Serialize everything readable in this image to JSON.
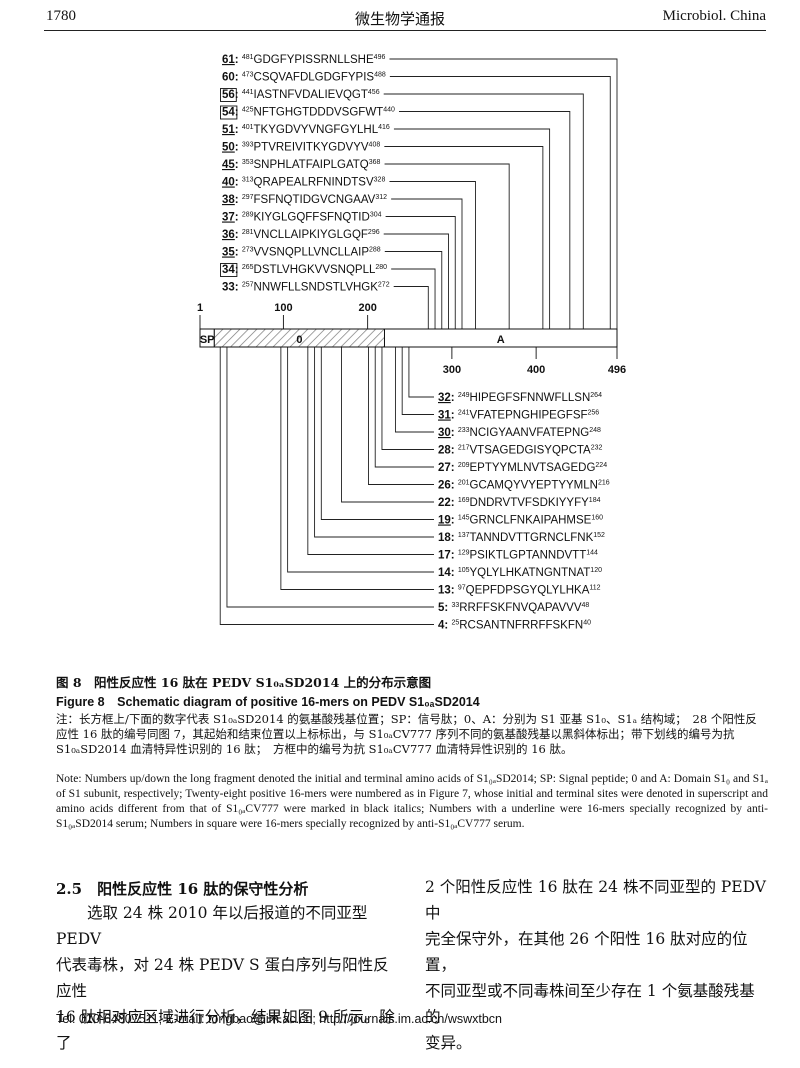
{
  "header": {
    "page_number": "1780",
    "journal_cn": "微生物学通报",
    "journal_en": "Microbiol. China"
  },
  "figure": {
    "ruler_ticks": [
      {
        "value": 1,
        "label": "1"
      },
      {
        "value": 100,
        "label": "100"
      },
      {
        "value": 200,
        "label": "200"
      }
    ],
    "bottom_ticks": [
      {
        "value": 300,
        "label": "300"
      },
      {
        "value": 400,
        "label": "400"
      },
      {
        "value": 496,
        "label": "496"
      }
    ],
    "domains": [
      {
        "label": "SP",
        "start": 1,
        "end": 18,
        "style": "plain"
      },
      {
        "label": "0",
        "start": 18,
        "end": 220,
        "style": "hatched"
      },
      {
        "label": "A",
        "start": 220,
        "end": 496,
        "style": "plain"
      }
    ],
    "top_peptides": [
      {
        "num": "61",
        "start": 481,
        "end": 496,
        "seq": "GDGFYPISSRNLLSHE",
        "underline": true,
        "boxed": false
      },
      {
        "num": "60",
        "start": 473,
        "end": 488,
        "seq": "CSQVAFDLGDGFYPIS",
        "underline": false,
        "boxed": false
      },
      {
        "num": "56",
        "start": 441,
        "end": 456,
        "seq": "IASTNFVDALIEVQGT",
        "underline": false,
        "boxed": true
      },
      {
        "num": "54",
        "start": 425,
        "end": 440,
        "seq": "NFTGHGTDDDVSGFWT",
        "underline": false,
        "boxed": true
      },
      {
        "num": "51",
        "start": 401,
        "end": 416,
        "seq": "TKYGDVYVNGFGYLHL",
        "underline": true,
        "boxed": false
      },
      {
        "num": "50",
        "start": 393,
        "end": 408,
        "seq": "PTVREIVITKYGDVYV",
        "underline": true,
        "boxed": false
      },
      {
        "num": "45",
        "start": 353,
        "end": 368,
        "seq": "SNPHLATFAIPLGATQ",
        "underline": true,
        "boxed": false
      },
      {
        "num": "40",
        "start": 313,
        "end": 328,
        "seq": "QRAPEALRFNINDTSV",
        "underline": true,
        "boxed": false
      },
      {
        "num": "38",
        "start": 297,
        "end": 312,
        "seq": "FSFNQTIDGVCNGAAV",
        "underline": true,
        "boxed": false
      },
      {
        "num": "37",
        "start": 289,
        "end": 304,
        "seq": "KIYGLGQFFSFNQTID",
        "underline": true,
        "boxed": false
      },
      {
        "num": "36",
        "start": 281,
        "end": 296,
        "seq": "VNCLLAIPKIYGLGQF",
        "underline": true,
        "boxed": false
      },
      {
        "num": "35",
        "start": 273,
        "end": 288,
        "seq": "VVSNQPLLVNCLLAIP",
        "underline": true,
        "boxed": false
      },
      {
        "num": "34",
        "start": 265,
        "end": 280,
        "seq": "DSTLVHGKVVSNQPLL",
        "underline": false,
        "boxed": true
      },
      {
        "num": "33",
        "start": 257,
        "end": 272,
        "seq": "NNWFLLSNDSTLVHGK",
        "underline": false,
        "boxed": false
      }
    ],
    "bottom_peptides": [
      {
        "num": "32",
        "start": 249,
        "end": 264,
        "seq": "HIPEGFSFNNWFLLSN",
        "underline": true,
        "boxed": false
      },
      {
        "num": "31",
        "start": 241,
        "end": 256,
        "seq": "VFATEPNGHIPEGFSF",
        "underline": true,
        "boxed": false
      },
      {
        "num": "30",
        "start": 233,
        "end": 248,
        "seq": "NCIGYAANVFATEPNG",
        "underline": true,
        "boxed": false
      },
      {
        "num": "28",
        "start": 217,
        "end": 232,
        "seq": "VTSAGEDGISYQPCTA",
        "underline": false,
        "boxed": false
      },
      {
        "num": "27",
        "start": 209,
        "end": 224,
        "seq": "EPTYYMLNVTSAGEDG",
        "underline": false,
        "boxed": false
      },
      {
        "num": "26",
        "start": 201,
        "end": 216,
        "seq": "GCAMQYVYEPTYYMLN",
        "underline": false,
        "boxed": false
      },
      {
        "num": "22",
        "start": 169,
        "end": 184,
        "seq": "DNDRVTVFSDKIYYFY",
        "underline": false,
        "boxed": false
      },
      {
        "num": "19",
        "start": 145,
        "end": 160,
        "seq": "GRNCLFNKAIPAHMSE",
        "underline": true,
        "boxed": false
      },
      {
        "num": "18",
        "start": 137,
        "end": 152,
        "seq": "TANNDVTTGRNCLFNK",
        "underline": false,
        "boxed": false
      },
      {
        "num": "17",
        "start": 129,
        "end": 144,
        "seq": "PSIKTLGPTANNDVTT",
        "underline": false,
        "boxed": false
      },
      {
        "num": "14",
        "start": 105,
        "end": 120,
        "seq": "YQLYLHKATNGNTNAT",
        "underline": false,
        "boxed": false
      },
      {
        "num": "13",
        "start": 97,
        "end": 112,
        "seq": "QEPFDPSGYQLYLHKA",
        "underline": false,
        "boxed": false
      },
      {
        "num": "5",
        "start": 33,
        "end": 48,
        "seq": "RRFFSKFNVQAPAVVV",
        "underline": false,
        "boxed": false
      },
      {
        "num": "4",
        "start": 25,
        "end": 40,
        "seq": "RCSANTNFRRFFSKFN",
        "underline": false,
        "boxed": false
      }
    ]
  },
  "caption": {
    "cn": "图 8　阳性反应性 16 肽在 PEDV S1₀ₐSD2014 上的分布示意图",
    "en": "Figure 8　Schematic diagram of positive 16-mers on PEDV S1₀ₐSD2014"
  },
  "note": {
    "cn": "注：长方框上/下面的数字代表 S1₀ₐSD2014 的氨基酸残基位置；SP：信号肽；0、A：分别为 S1 亚基 S1₀、S1ₐ 结构域；　28 个阳性反应性 16 肽的编号同图 7，其起始和结束位置以上标标出，与 S1₀ₐCV777 序列不同的氨基酸残基以黑斜体标出；带下划线的编号为抗 S1₀ₐSD2014 血清特异性识别的 16 肽；　方框中的编号为抗 S1₀ₐCV777 血清特异性识别的 16 肽。",
    "en": "Note: Numbers up/down the long fragment denoted the initial and terminal amino acids of S1₀ₐSD2014; SP: Signal peptide; 0 and A: Domain S1₀ and S1ₐ of S1 subunit, respectively; Twenty-eight positive 16-mers were numbered as in Figure 7, whose initial and terminal sites were denoted in superscript and amino acids different from that of S1₀ₐCV777 were marked in black italics; Numbers with a underline were 16-mers specially recognized by anti-S1₀ₐSD2014 serum; Numbers in square were 16-mers specially recognized by anti-S1₀ₐCV777 serum."
  },
  "section": {
    "heading": "2.5　阳性反应性 16 肽的保守性分析",
    "col1": [
      "　　选取 24 株 2010 年以后报道的不同亚型 PEDV",
      "代表毒株，对 24 株 PEDV S 蛋白序列与阳性反应性",
      "16 肽相对应区域进行分析，结果如图 9 所示。除了"
    ],
    "col2": [
      "2 个阳性反应性 16 肽在 24 株不同亚型的 PEDV 中",
      "完全保守外，在其他 26 个阳性 16 肽对应的位置，",
      "不同亚型或不同毒株间至少存在 1 个氨基酸残基的",
      "变异。"
    ]
  },
  "footer": "Tel: 010-64807511; E-mail: tongbao@im.ac.cn; http://journals.im.ac.cn/wswxtbcn"
}
